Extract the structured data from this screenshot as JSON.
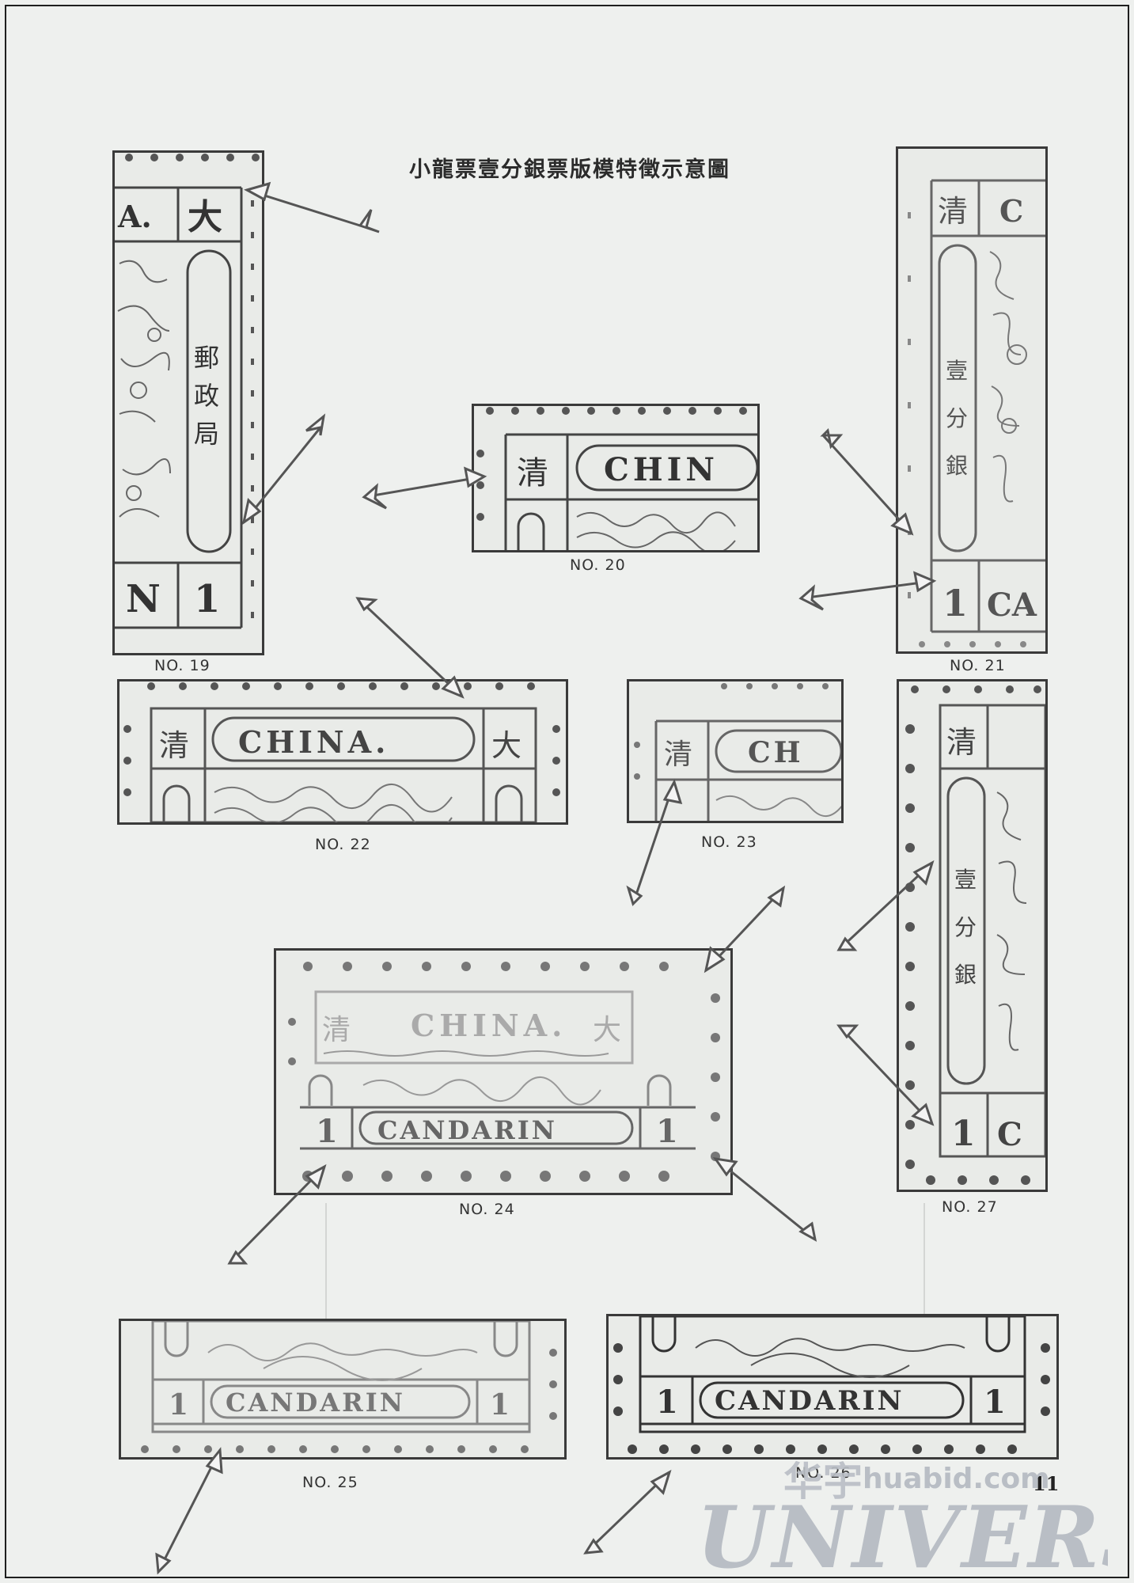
{
  "title": "小龍票壹分銀票版模特徵示意圖",
  "page_number": "11",
  "watermark": {
    "cn": "华宇",
    "url": "huabid.com",
    "brand": "UNIVERSE"
  },
  "figures": [
    {
      "id": "no19",
      "caption": "NO. 19",
      "texts": [
        "A.",
        "大",
        "郵",
        "政",
        "局",
        "N",
        "1"
      ]
    },
    {
      "id": "no20",
      "caption": "NO.  20",
      "texts": [
        "清",
        "CHIN"
      ]
    },
    {
      "id": "no21",
      "caption": "NO. 21",
      "texts": [
        "清",
        "C",
        "壹",
        "分",
        "銀",
        "1",
        "CA"
      ]
    },
    {
      "id": "no22",
      "caption": "NO. 22",
      "texts": [
        "清",
        "CHINA.",
        "大"
      ]
    },
    {
      "id": "no23",
      "caption": "NO. 23",
      "texts": [
        "清",
        "CH"
      ]
    },
    {
      "id": "no24",
      "caption": "NO.  24",
      "texts": [
        "清",
        "CHINA.",
        "大",
        "1",
        "CANDARIN",
        "1"
      ]
    },
    {
      "id": "no25",
      "caption": "NO. 25",
      "texts": [
        "1",
        "CANDARIN",
        "1"
      ]
    },
    {
      "id": "no26",
      "caption": "NO. 26",
      "texts": [
        "1",
        "CANDARIN",
        "1"
      ]
    },
    {
      "id": "no27",
      "caption": "NO. 27",
      "texts": [
        "清",
        "壹",
        "分",
        "銀",
        "1",
        "C"
      ]
    }
  ],
  "colors": {
    "page": "#eef0ee",
    "ink": "#3a3a3a",
    "faint_ink": "#9a9a9a",
    "watermark": "#b9bec5"
  }
}
